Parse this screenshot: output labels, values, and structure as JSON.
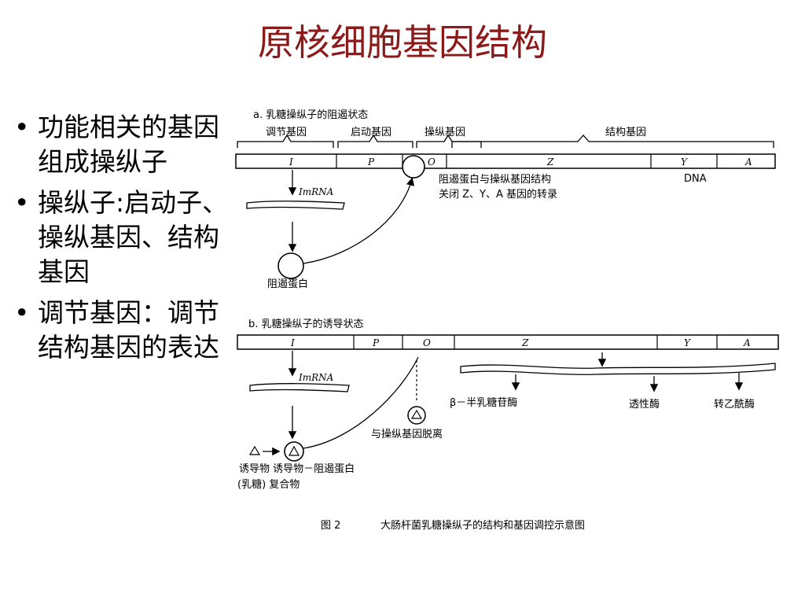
{
  "title": "原核细胞基因结构",
  "bullets": [
    "功能相关的基因组成操纵子",
    "操纵子:启动子、操纵基因、结构基因",
    "调节基因：调节结构基因的表达"
  ],
  "diagram": {
    "panel_a": {
      "heading": "a.  乳糖操纵子的阻遏状态",
      "brace_labels": {
        "regulator": "调节基因",
        "promoter": "启动基因",
        "operator": "操纵基因",
        "structural": "结构基因"
      },
      "segments": {
        "i": "I",
        "p": "P",
        "o": "O",
        "z": "Z",
        "y": "Y",
        "a": "A"
      },
      "dna": "DNA",
      "mrna": "ImRNA",
      "note_line1": "阻遏蛋白与操纵基因结构",
      "note_line2": "关闭 Z、Y、A 基因的转录",
      "repressor": "阻遏蛋白"
    },
    "panel_b": {
      "heading": "b.  乳糖操纵子的诱导状态",
      "segments": {
        "i": "I",
        "p": "P",
        "o": "O",
        "z": "Z",
        "y": "Y",
        "a": "A"
      },
      "mrna": "ImRNA",
      "enzyme1": "β－半乳糖苷酶",
      "enzyme2": "透性酶",
      "enzyme3": "转乙酰酶",
      "release": "与操纵基因脱离",
      "complex_line1": "诱导物 诱导物－阻遏蛋白",
      "complex_line2": "(乳糖)  复合物"
    },
    "caption_fig": "图 2",
    "caption_text": "大肠杆菌乳糖操纵子的结构和基因调控示意图"
  }
}
